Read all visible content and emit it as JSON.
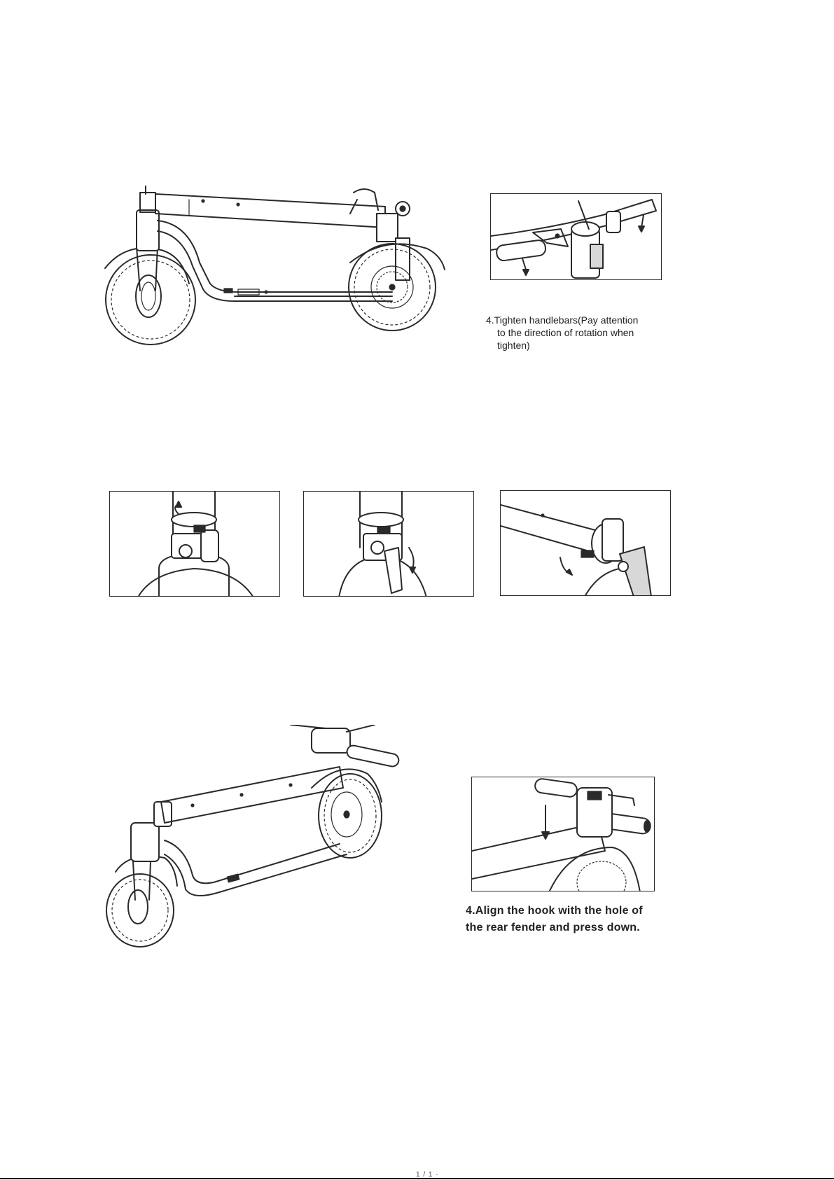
{
  "step_top": {
    "caption_lines": [
      "4.Tighten handlebars(Pay attention",
      "to the direction of rotation when",
      "tighten)"
    ]
  },
  "step_bottom": {
    "caption_lines": [
      "4.Align the hook with the hole of",
      "the rear fender and press down."
    ]
  },
  "footer": {
    "text": "1 / 1 ·"
  }
}
